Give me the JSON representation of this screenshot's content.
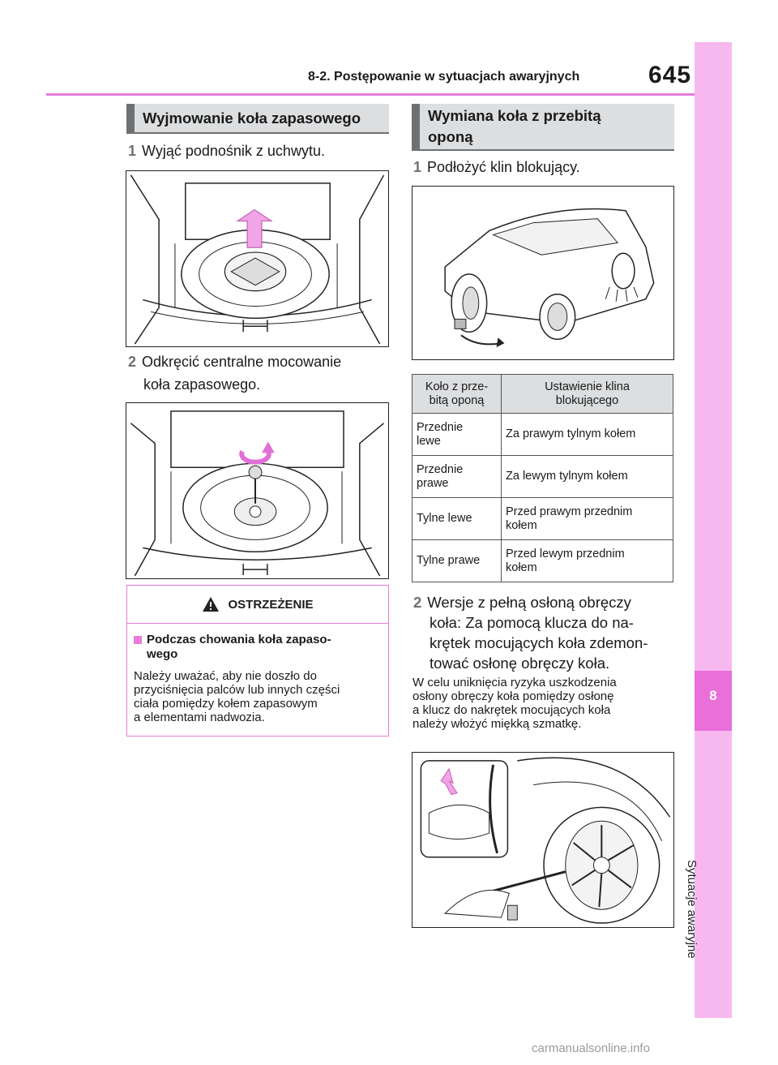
{
  "header": {
    "section": "8-2. Postępowanie w sytuacjach awaryjnych",
    "page_number": "645"
  },
  "sidebar": {
    "chapter_number": "8",
    "chapter_title": "Sytuacje awaryjne"
  },
  "left_section": {
    "title": "Wyjmowanie koła zapasowego",
    "step1": {
      "number": "1",
      "text": "Wyjąć podnośnik z uchwytu."
    },
    "step2": {
      "number": "2",
      "line1": "Odkręcić centralne mocowanie",
      "line2": "koła zapasowego."
    }
  },
  "warning": {
    "title": "OSTRZEŻENIE",
    "subtitle_line1": "Podczas chowania koła zapaso-",
    "subtitle_line2": "wego",
    "body_line1": "Należy uważać, aby nie doszło do",
    "body_line2": "przyciśnięcia palców lub innych części",
    "body_line3": "ciała pomiędzy kołem zapasowym",
    "body_line4": "a elementami nadwozia."
  },
  "right_section": {
    "title_line1": "Wymiana koła z przebitą",
    "title_line2": "oponą",
    "step1": {
      "number": "1",
      "text": "Podłożyć klin blokujący."
    },
    "step2": {
      "number": "2",
      "line1": "Wersje z pełną osłoną obręczy",
      "line2": "koła: Za pomocą klucza do na-",
      "line3": "krętek mocujących koła zdemon-",
      "line4": "tować osłonę obręczy koła."
    },
    "note_line1": "W celu uniknięcia ryzyka uszkodzenia",
    "note_line2": "osłony obręczy koła pomiędzy osłonę",
    "note_line3": "a klucz do nakrętek mocujących koła",
    "note_line4": "należy włożyć miękką szmatkę."
  },
  "table": {
    "header_col1_line1": "Koło z prze-",
    "header_col1_line2": "bitą oponą",
    "header_col2_line1": "Ustawienie klina",
    "header_col2_line2": "blokującego",
    "rows": [
      {
        "c1a": "Przednie",
        "c1b": "lewe",
        "c2a": "Za prawym tylnym kołem",
        "c2b": ""
      },
      {
        "c1a": "Przednie",
        "c1b": "prawe",
        "c2a": "Za lewym tylnym kołem",
        "c2b": ""
      },
      {
        "c1a": "Tylne lewe",
        "c1b": "",
        "c2a": "Przed prawym przednim",
        "c2b": "kołem"
      },
      {
        "c1a": "Tylne prawe",
        "c1b": "",
        "c2a": "Przed lewym przednim",
        "c2b": "kołem"
      }
    ]
  },
  "watermark": "carmanualsonline.info",
  "colors": {
    "accent_pink": "#e87cd9",
    "side_bar": "#f7b8f0",
    "heading_gray": "#dcdee0",
    "heading_border": "#6e7072"
  }
}
